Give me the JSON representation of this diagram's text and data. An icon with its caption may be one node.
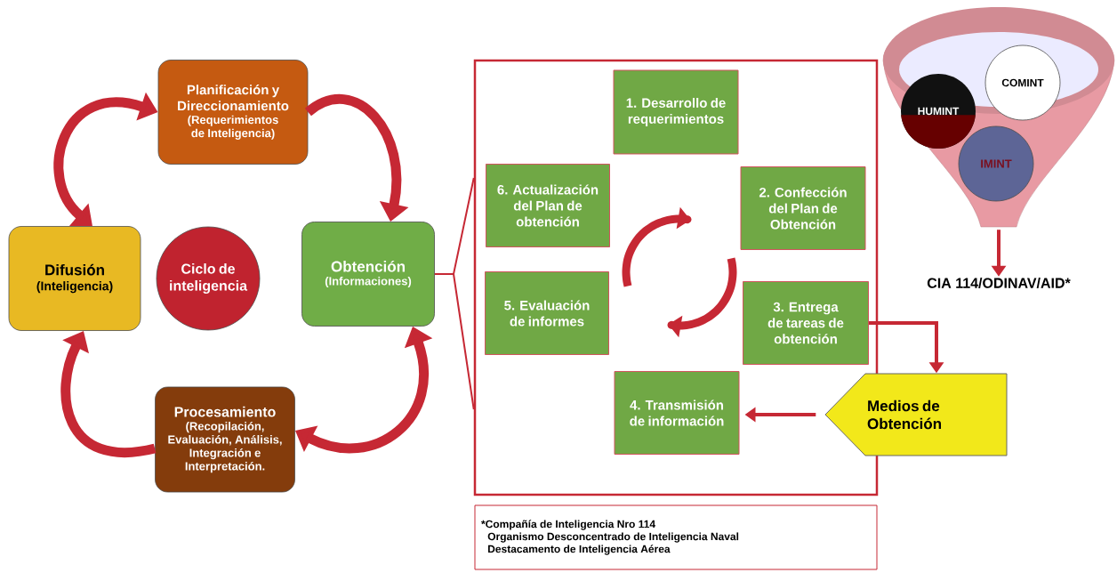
{
  "diagram": {
    "nodes": [
      {
        "text": [
          "Planificación y Direccionamiento",
          "(Requerimientos de Inteligencia)"
        ]
      },
      {
        "text": [
          "Difusión",
          "(Inteligencia)"
        ]
      },
      {
        "text": [
          "Ciclo de inteligencia"
        ]
      },
      {
        "text": [
          "Obtención",
          "(Informaciones)"
        ]
      },
      {
        "text": [
          "Procesamiento",
          "(Recopilación, Evaluación, Análisis, Integración e Interpretación."
        ]
      },
      {
        "text": [],
        "shape": "box"
      },
      {
        "text": [
          "1. Desarrollo de requerimientos"
        ],
        "in": 5
      },
      {
        "text": [
          "6. Actualización del Plan de obtención"
        ],
        "in": 5
      },
      {
        "text": [
          "2. Confección del Plan de Obtención"
        ],
        "in": 5
      },
      {
        "text": [
          "5. Evaluación de informes"
        ],
        "in": 5
      },
      {
        "text": [
          "3. Entrega de tareas de obtención"
        ],
        "in": 5
      },
      {
        "text": [
          "4. Transmisión de información"
        ],
        "in": 5
      },
      {
        "text": [
          "Medios de Obtención"
        ]
      },
      {
        "text": [],
        "shape": "funnel"
      },
      {
        "text": [
          "HUMINT"
        ],
        "in": 13
      },
      {
        "text": [
          "COMINT"
        ],
        "in": 13
      },
      {
        "text": [
          "IMINT"
        ],
        "in": 13
      },
      {
        "text": [
          "CIA 114/ODINAV/AID*"
        ]
      },
      {
        "text": [
          "*Compañía de Inteligencia Nro 114",
          "Organismo Desconcentrado de Inteligencia Naval",
          "Destacamento de Inteligencia Aérea"
        ]
      }
    ],
    "edges": [
      {
        "from": 1,
        "to": 0,
        "arrow": "both",
        "style": "thick"
      },
      {
        "from": 0,
        "to": 3,
        "arrow": "to",
        "style": "thick"
      },
      {
        "from": 3,
        "to": 4,
        "arrow": "both",
        "style": "thick"
      },
      {
        "from": 4,
        "to": 1,
        "arrow": "to",
        "style": "thick"
      },
      {
        "from": 3,
        "to": 5,
        "arrow": "none"
      },
      {
        "from": 10,
        "to": 12,
        "arrow": "to"
      },
      {
        "from": 12,
        "to": 11,
        "arrow": "to"
      },
      {
        "from": 13,
        "to": 17,
        "arrow": "to"
      }
    ]
  }
}
